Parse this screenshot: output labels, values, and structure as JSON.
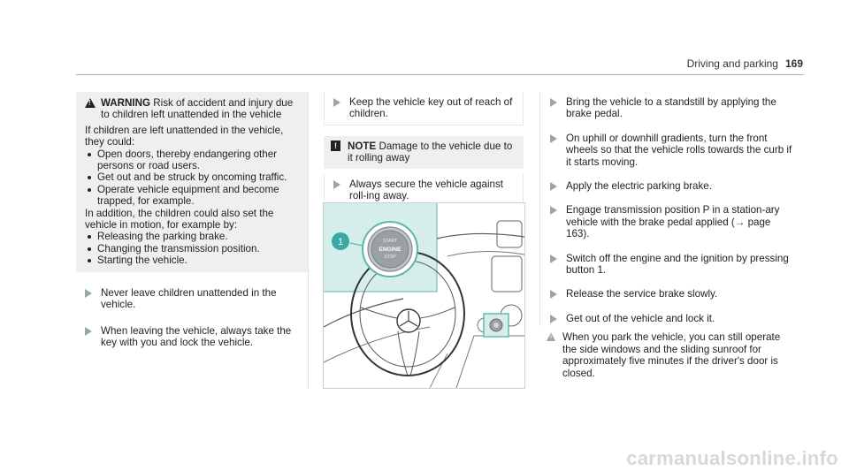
{
  "header": {
    "section": "Driving and parking",
    "page": "169"
  },
  "warning": {
    "label": "WARNING",
    "title": "Risk of accident and injury due to children left unattended in the vehicle",
    "intro": "If children are left unattended in the vehicle, they could:",
    "bullets1": [
      "Open doors, thereby endangering other persons or road users.",
      "Get out and be struck by oncoming traffic.",
      "Operate vehicle equipment and become trapped, for example."
    ],
    "para2": "In addition, the children could also set the vehicle in motion, for example by:",
    "bullets2": [
      "Releasing the parking brake.",
      "Changing the transmission position.",
      "Starting the vehicle."
    ],
    "actions": [
      "Never leave children unattended in the vehicle.",
      "When leaving the vehicle, always take the key with you and lock the vehicle."
    ]
  },
  "middle": {
    "action1": "Keep the vehicle key out of reach of children.",
    "note_label": "NOTE",
    "note_text": "Damage to the vehicle due to it rolling away",
    "action2": "Always secure the vehicle against roll-ing away."
  },
  "illustration": {
    "callout": "1",
    "button_lines": [
      "START",
      "ENGINE",
      "STOP"
    ]
  },
  "right": {
    "steps": [
      "Bring the vehicle to a standstill by applying the brake pedal.",
      "On uphill or downhill gradients, turn the front wheels so that the vehicle rolls towards the curb if it starts moving.",
      "Apply the electric parking brake.",
      "Engage transmission position P in a station-ary vehicle with the brake pedal applied (→ page 163).",
      "Switch off the engine and the ignition by pressing button 1.",
      "Release the service brake slowly.",
      "Get out of the vehicle and lock it."
    ],
    "info": "When you park the vehicle, you can still operate the side windows and the sliding sunroof for approximately five minutes if the driver's door is closed."
  },
  "watermark": "carmanualsonline.info"
}
